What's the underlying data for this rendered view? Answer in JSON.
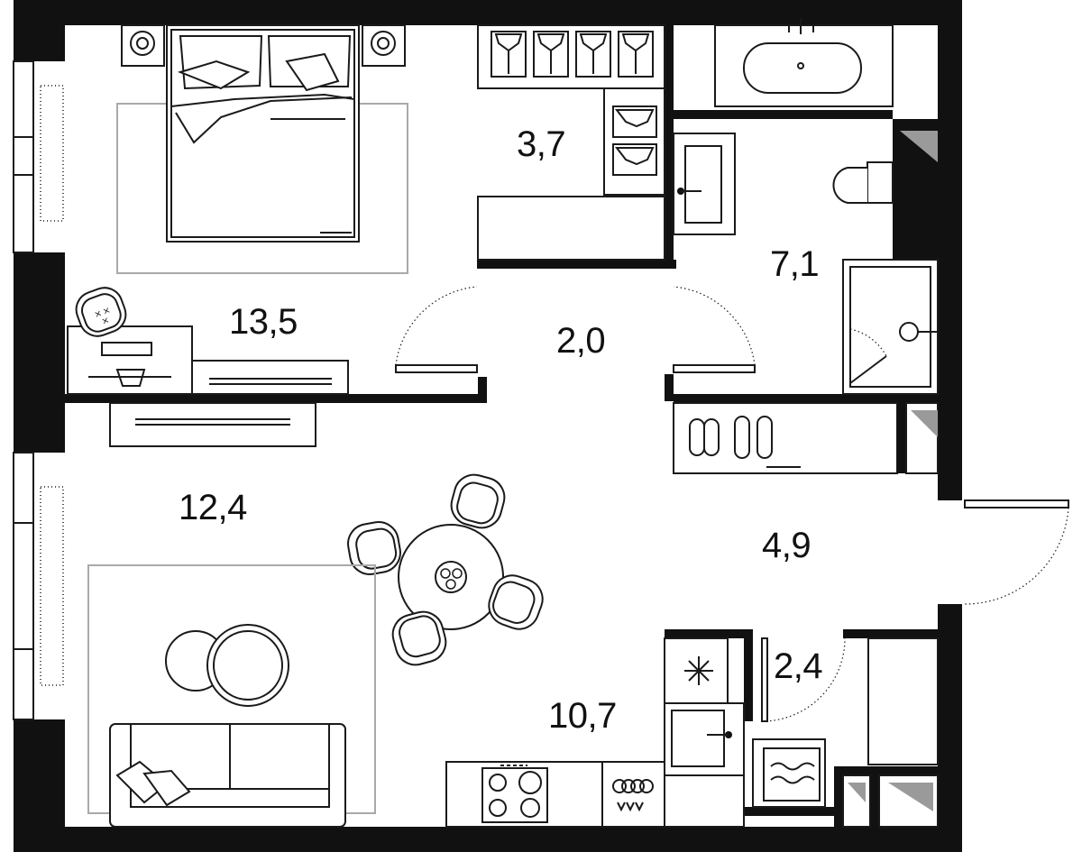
{
  "rooms": [
    {
      "id": "bedroom",
      "area": "13,5"
    },
    {
      "id": "wardrobe",
      "area": "3,7"
    },
    {
      "id": "hallway",
      "area": "2,0"
    },
    {
      "id": "bathroom",
      "area": "7,1"
    },
    {
      "id": "living-room",
      "area": "12,4"
    },
    {
      "id": "entrance-hall",
      "area": "4,9"
    },
    {
      "id": "storage",
      "area": "2,4"
    },
    {
      "id": "kitchen",
      "area": "10,7"
    }
  ],
  "colors": {
    "wall": "#111111",
    "line": "#1a1a1a",
    "rug": "#a9a9a9",
    "background": "#ffffff"
  }
}
